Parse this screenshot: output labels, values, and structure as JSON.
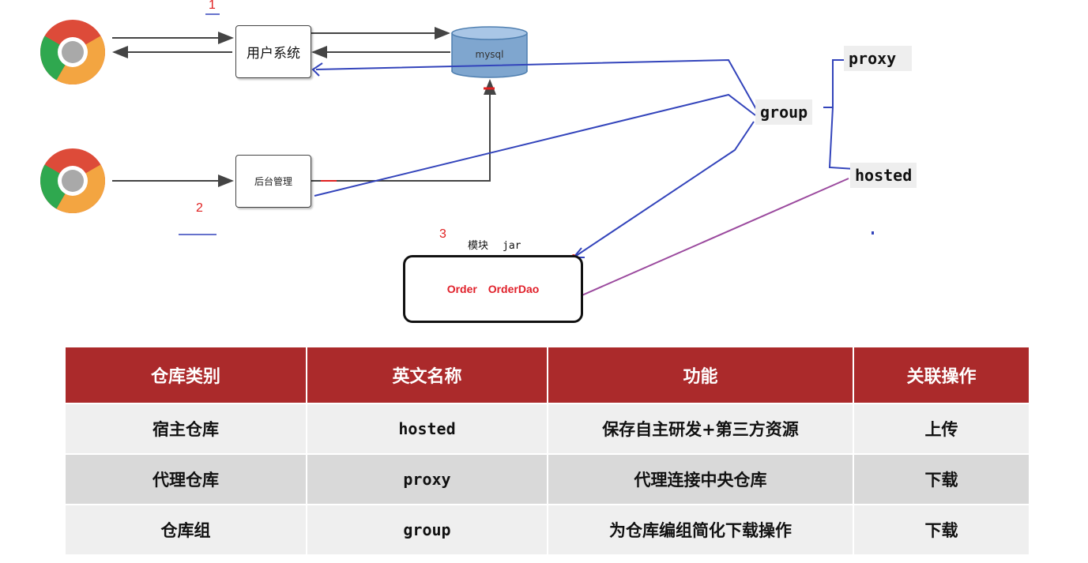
{
  "diagram": {
    "labels": {
      "num1": "1",
      "num2": "2",
      "num3": "3",
      "user_system": "用户系统",
      "admin": "后台管理",
      "mysql": "mysql",
      "module_caption_cn": "模块",
      "module_caption_jar": "jar",
      "module_content": "Order OrderDao",
      "group": "group",
      "proxy": "proxy",
      "hosted": "hosted"
    },
    "colors": {
      "arrow_dark": "#444444",
      "link_blue": "#3344bb",
      "link_purple": "#9b4a9e",
      "accent_red": "#e02020",
      "db_fill": "#7fa6cf",
      "table_header": "#ab2a2b"
    },
    "icons": [
      "chrome-browser-icon",
      "chrome-browser-icon",
      "database-cylinder-icon"
    ]
  },
  "table": {
    "headers": [
      "仓库类别",
      "英文名称",
      "功能",
      "关联操作"
    ],
    "rows": [
      [
        "宿主仓库",
        "hosted",
        "保存自主研发+第三方资源",
        "上传"
      ],
      [
        "代理仓库",
        "proxy",
        "代理连接中央仓库",
        "下载"
      ],
      [
        "仓库组",
        "group",
        "为仓库编组简化下载操作",
        "下载"
      ]
    ]
  }
}
